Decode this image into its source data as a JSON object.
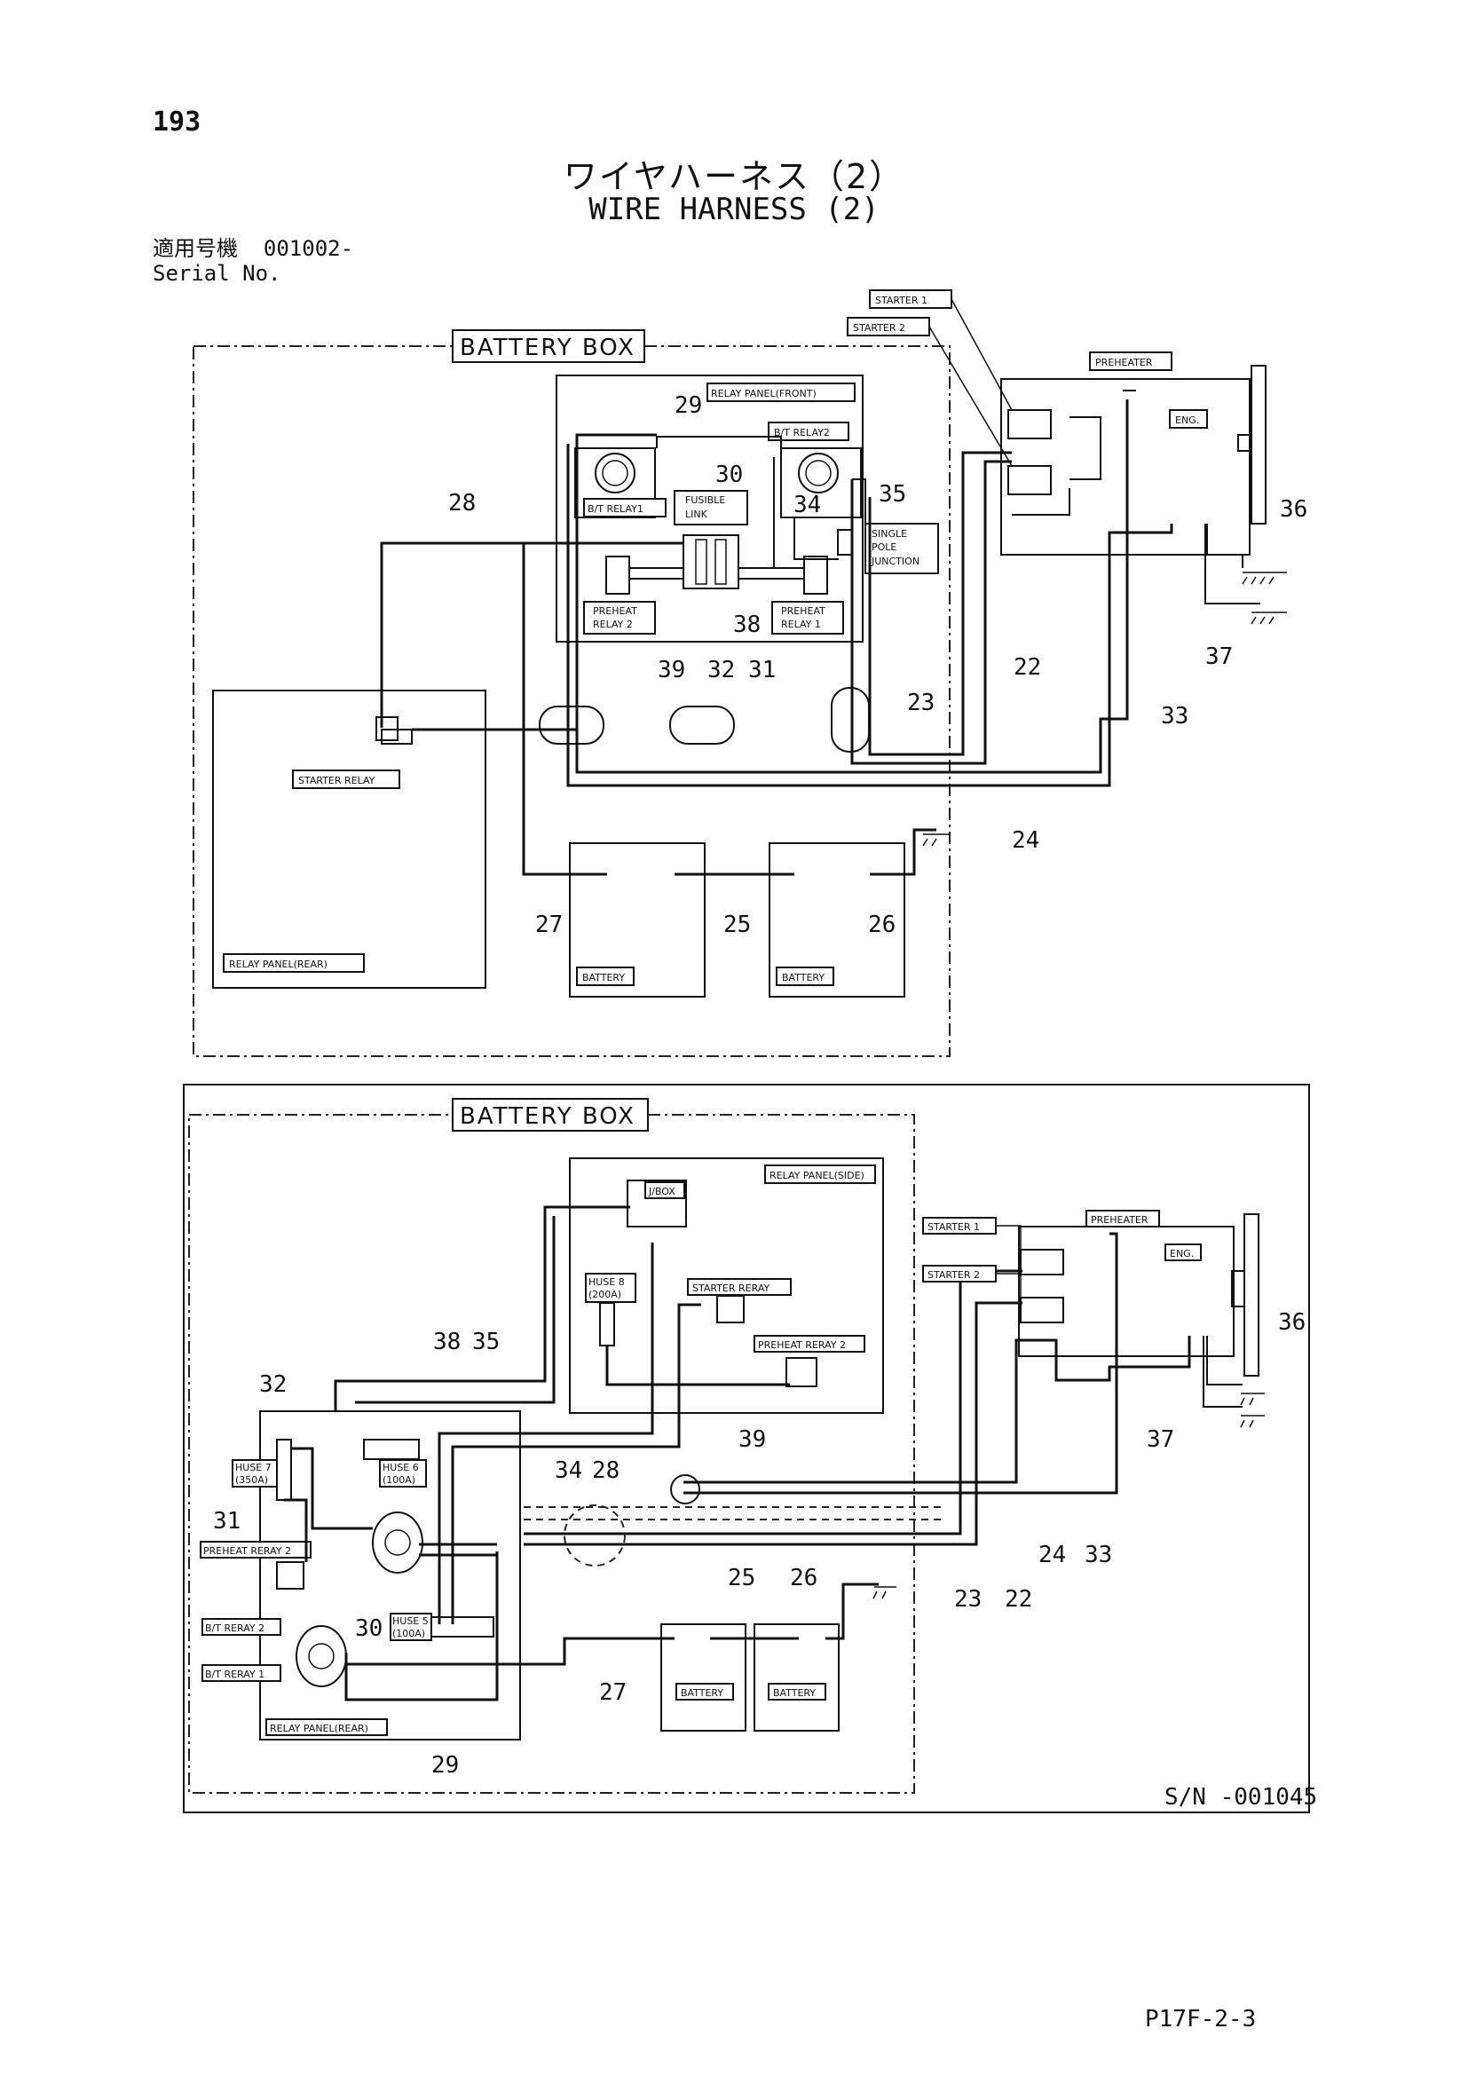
{
  "page": {
    "number": "193",
    "title_jp": "ワイヤハーネス（2）",
    "title_en": "WIRE HARNESS (2)",
    "serial_jp": "適用号機  001002-",
    "serial_en": "Serial No.",
    "code": "P17F-2-3"
  },
  "top": {
    "battery_box": "BATTERY BOX",
    "relay_panel_front": "RELAY PANEL(FRONT)",
    "bt_relay1": "B/T RELAY1",
    "bt_relay2": "B/T RELAY2",
    "fusible_link": [
      "FUSIBLE",
      "LINK"
    ],
    "single_pole": [
      "SINGLE",
      "POLE",
      "JUNCTION"
    ],
    "preheat_relay2": [
      "PREHEAT",
      "RELAY 2"
    ],
    "preheat_relay1": [
      "PREHEAT",
      "RELAY 1"
    ],
    "starter_relay": "STARTER RELAY",
    "relay_panel_rear": "RELAY PANEL(REAR)",
    "battery": "BATTERY",
    "starter1": "STARTER 1",
    "starter2": "STARTER 2",
    "preheater": "PREHEATER",
    "eng": "ENG.",
    "numbers": [
      "29",
      "30",
      "34",
      "35",
      "28",
      "39",
      "32",
      "31",
      "38",
      "22",
      "23",
      "33",
      "24",
      "27",
      "25",
      "26",
      "36",
      "37"
    ]
  },
  "bottom": {
    "battery_box": "BATTERY BOX",
    "relay_panel_side": "RELAY PANEL(SIDE)",
    "jbox": "J/BOX",
    "huse8_200": [
      "HUSE 8",
      "(200A)"
    ],
    "starter_reray": "STARTER RERAY",
    "preheat_reray2_top": "PREHEAT RERAY 2",
    "huse7": [
      "HUSE 7",
      "(350A)"
    ],
    "huse6": [
      "HUSE 6",
      "(100A)"
    ],
    "huse5": [
      "HUSE 5",
      "(100A)"
    ],
    "preheat_reray2": "PREHEAT RERAY 2",
    "bt_reray2": "B/T RERAY 2",
    "bt_reray1": "B/T RERAY 1",
    "relay_panel_rear": "RELAY PANEL(REAR)",
    "battery": "BATTERY",
    "starter1": "STARTER 1",
    "starter2": "STARTER 2",
    "preheater": "PREHEATER",
    "eng": "ENG.",
    "sn": "S/N -001045",
    "numbers": [
      "38",
      "35",
      "32",
      "31",
      "34",
      "28",
      "39",
      "30",
      "29",
      "27",
      "25",
      "26",
      "23",
      "22",
      "24",
      "33",
      "36",
      "37"
    ]
  }
}
